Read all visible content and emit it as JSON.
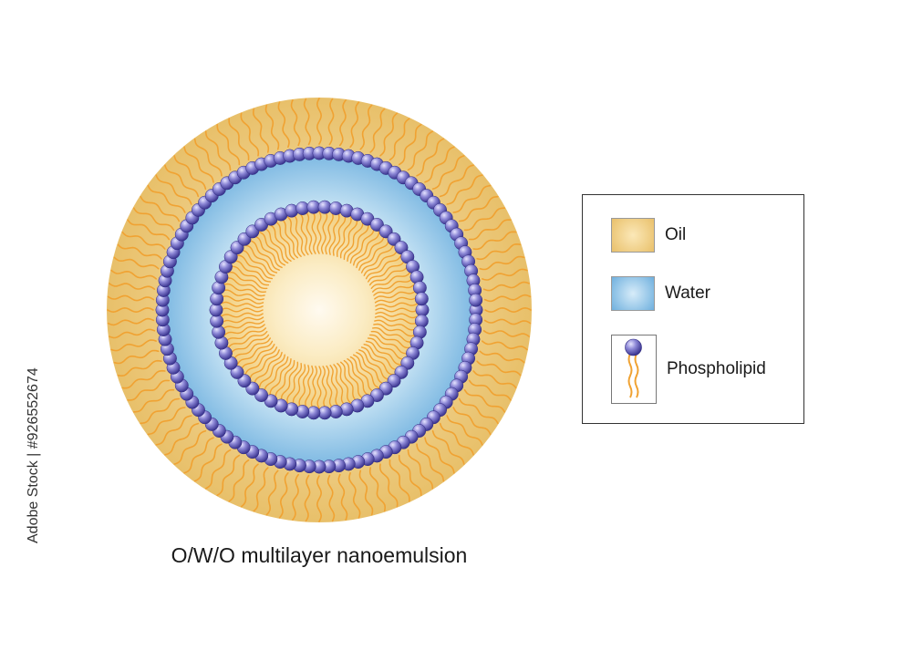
{
  "caption": "O/W/O multilayer nanoemulsion",
  "legend": {
    "items": [
      {
        "label": "Oil",
        "icon": "oil-swatch"
      },
      {
        "label": "Water",
        "icon": "water-swatch"
      },
      {
        "label": "Phospholipid",
        "icon": "phospholipid-icon"
      }
    ]
  },
  "stock_id": "Adobe Stock | #926552674",
  "colors": {
    "oil_light": "#fdf3d6",
    "oil_dark": "#e6bd63",
    "water_light": "#d9eef9",
    "water_dark": "#7cb8e2",
    "head_light": "#c9c6f0",
    "head_dark": "#4a44a0",
    "tail": "#f0a232"
  },
  "structure": {
    "outer_ring_heads": 100,
    "inner_ring_heads": 58,
    "outer_tails": 100,
    "inner_tails": 96
  }
}
